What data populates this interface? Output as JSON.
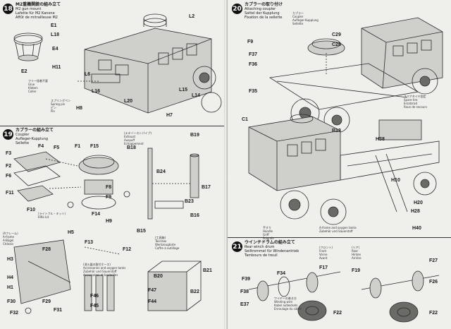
{
  "left_page": {
    "step18": {
      "number": "18",
      "title_jp": "M2重機関銃の組み立て",
      "title_en": "M2 gun mount",
      "title_de": "Lafette für M2 Kanone",
      "title_fr": "Affût de mitrailleuse M2"
    },
    "step18_labels": [
      "E1",
      "L18",
      "E4",
      "E2",
      "H11",
      "H8",
      "H7",
      "L2",
      "L15",
      "L14",
      "L16",
      "L20",
      "L6"
    ],
    "step18_notes": [
      "フリー接着不要",
      "Glue",
      "Kleben",
      "Coller",
      "スプリングペン",
      "Spring pin",
      "ピン",
      "Pin"
    ],
    "step19": {
      "number": "19",
      "title_jp": "カプラーの組み立て",
      "title_en": "Coupler",
      "title_de": "Aufleger-Kupplung",
      "title_fr": "Sellette"
    },
    "step19_labels": [
      "F3",
      "F4",
      "F5",
      "F1",
      "F15",
      "F2",
      "F6",
      "F11",
      "F10",
      "F8",
      "F9",
      "F14",
      "H5",
      "H9",
      "F13",
      "F12",
      "F28",
      "F32",
      "F31",
      "B18",
      "B19",
      "B17",
      "B24",
      "B15",
      "B16",
      "B20",
      "B21",
      "B22",
      "B23",
      "F47",
      "F46",
      "F45",
      "F44",
      "H3",
      "H4",
      "H1",
      "F30",
      "F29"
    ],
    "step19_notes": [
      "(エキゾーストパイプ)",
      "Exhaust",
      "Auspuff",
      "Echappement",
      "(ライトフル・キット)",
      "Rifle kit",
      "(Aフレーム)",
      "A-frame",
      "A-Bügel",
      "Châssis",
      "(消火器の取付ホース)",
      "Accessories and oxygen tanks",
      "Zubehör und Sauerstoff",
      "Accessoires et bouteilles",
      "(工具箱)",
      "Tool box",
      "Werkzeugkiste",
      "Coffre à outillage"
    ]
  },
  "right_page": {
    "step20": {
      "number": "20",
      "title_jp": "カプラーの取り付け",
      "title_en": "Attaching coupler",
      "title_de": "Sattel der Kupplung",
      "title_fr": "Fixation de la sellette"
    },
    "step20_labels": [
      "F9",
      "F37",
      "F36",
      "F35",
      "C29",
      "C28",
      "B13",
      "H10",
      "H20",
      "H28",
      "H40",
      "H38",
      "C1"
    ],
    "step20_notes": [
      "カプラー",
      "Coupler",
      "Aufleger-Kupplung",
      "Sellette",
      "スペアタイヤ固定",
      "Spare tire",
      "Ersatzrad",
      "Roue de secours",
      "手すり",
      "Handle",
      "Griff",
      "Poignée",
      "A-frame and oxygen tanks",
      "Zubehör und Sauerstoff"
    ],
    "step21": {
      "number": "21",
      "title_jp": "ウインチドラムの組み立て",
      "title_en": "Rear winch drum",
      "title_de": "Seiltrommel für Windenantrieb",
      "title_fr": "Tambours de treuil"
    },
    "step21_labels": [
      "F17",
      "F34",
      "F39",
      "F38",
      "E37",
      "F22",
      "F19",
      "F22",
      "F27",
      "F26"
    ],
    "step21_notes": [
      "(フロント)",
      "Front",
      "Vorne",
      "Avant",
      "(リア)",
      "Rear",
      "Hinten",
      "Arrière",
      "ワイヤーの巻き方",
      "Winding wire",
      "Kabel aufwickeln",
      "Enroulage du câble"
    ]
  }
}
